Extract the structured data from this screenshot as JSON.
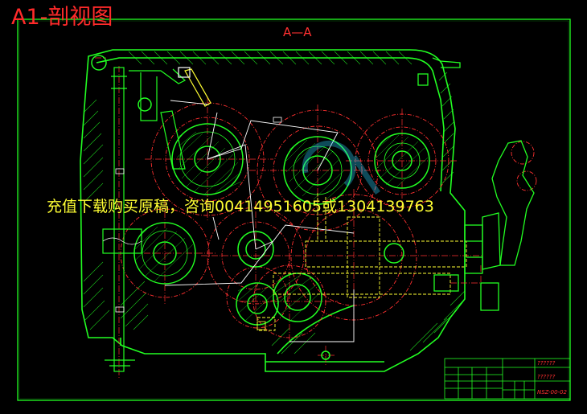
{
  "drawing": {
    "sheet_title": "A1-剖视图",
    "section_label": "A—A",
    "overlay_text": "充值下载购买原稿，咨询0041495160­5或1304139763"
  },
  "title_block": {
    "label_1": "??????",
    "label_2": "??????",
    "drawing_number": "NSZ-00-02"
  },
  "colors": {
    "background": "#000000",
    "outline_green": "#22ff22",
    "centerline_red": "#ff3030",
    "hidden_yellow": "#ffff33",
    "part_white": "#ffffff",
    "accent_cyan": "#29d3ff"
  }
}
